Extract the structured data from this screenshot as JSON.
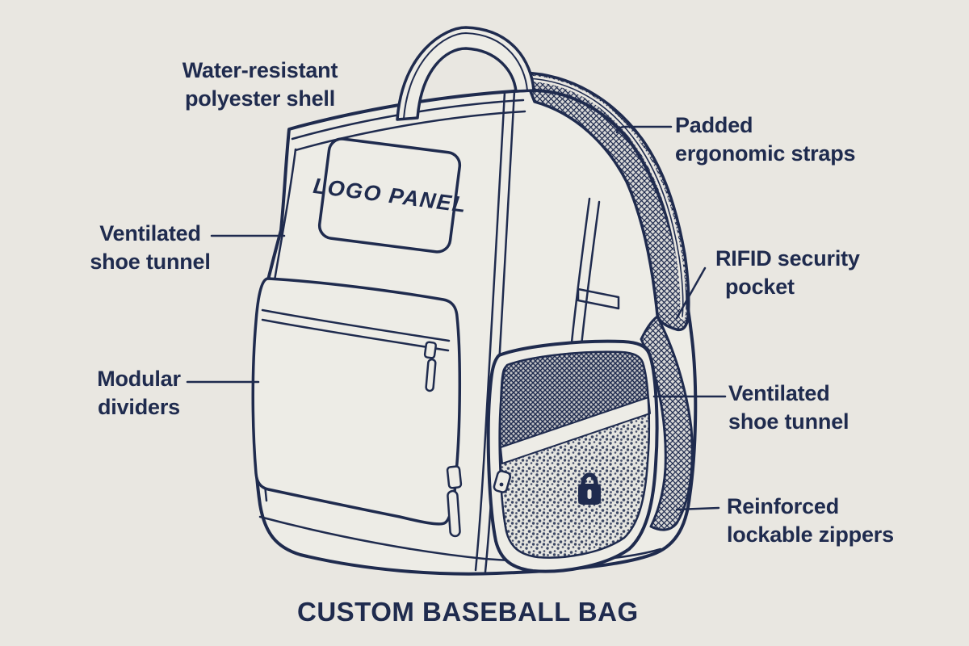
{
  "title": "CUSTOM BASEBALL BAG",
  "colors": {
    "background": "#e9e7e1",
    "ink": "#1f2b4e",
    "bag_fill": "#edece6"
  },
  "backpack": {
    "logo_panel": "LOGO PANEL",
    "icons": {
      "lock": "padlock"
    }
  },
  "labels": {
    "shell": {
      "line1": "Water-resistant",
      "line2": "polyester shell"
    },
    "straps": {
      "line1": "Padded",
      "line2": "ergonomic straps"
    },
    "tunnel_left": {
      "line1": "Ventilated",
      "line2": "shoe tunnel"
    },
    "rfid": {
      "line1": "RIFID security",
      "line2": "pocket"
    },
    "dividers": {
      "line1": "Modular",
      "line2": "dividers"
    },
    "tunnel_right": {
      "line1": "Ventilated",
      "line2": "shoe tunnel"
    },
    "zippers": {
      "line1": "Reinforced",
      "line2": "lockable zippers"
    }
  }
}
